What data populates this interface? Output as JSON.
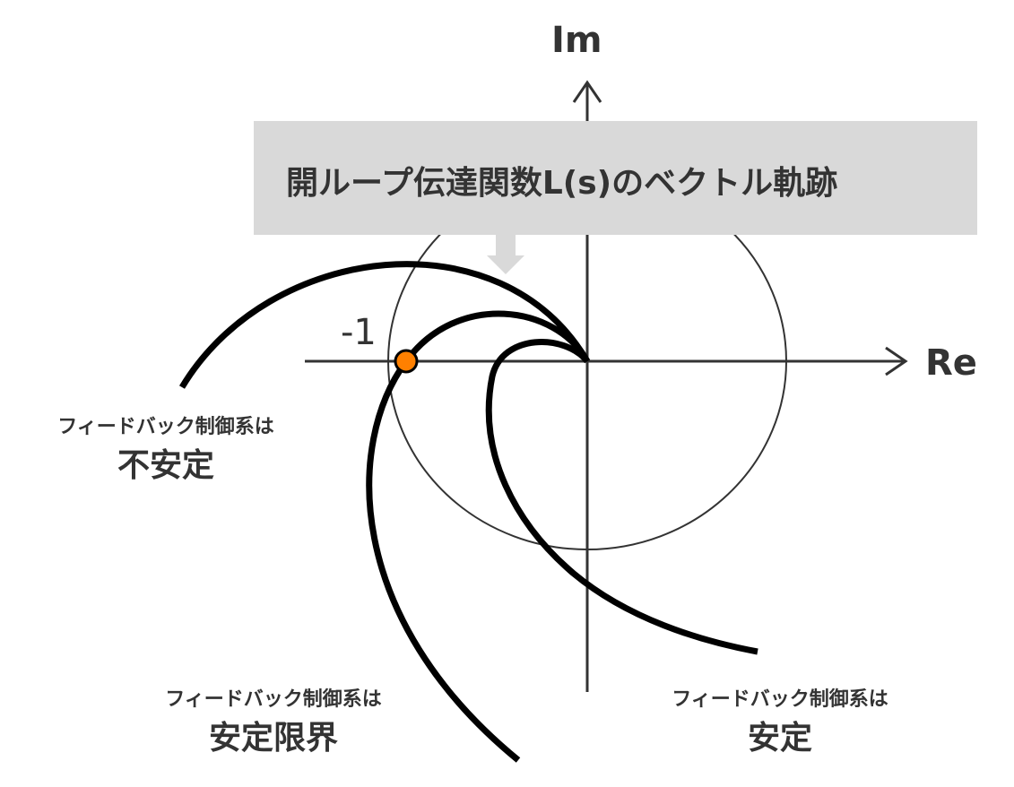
{
  "axes": {
    "im_label": "Im",
    "re_label": "Re",
    "minus_one_label": "-1"
  },
  "title": "開ループ伝達関数L(s)のベクトル軌跡",
  "labels": {
    "unstable": {
      "line1": "フィードバック制御系は",
      "line2": "不安定"
    },
    "marginal": {
      "line1": "フィードバック制御系は",
      "line2": "安定限界"
    },
    "stable": {
      "line1": "フィードバック制御系は",
      "line2": "安定"
    }
  },
  "colors": {
    "critical_point": "#ff8000",
    "curve": "#000000",
    "box": "#d9d9d9"
  }
}
